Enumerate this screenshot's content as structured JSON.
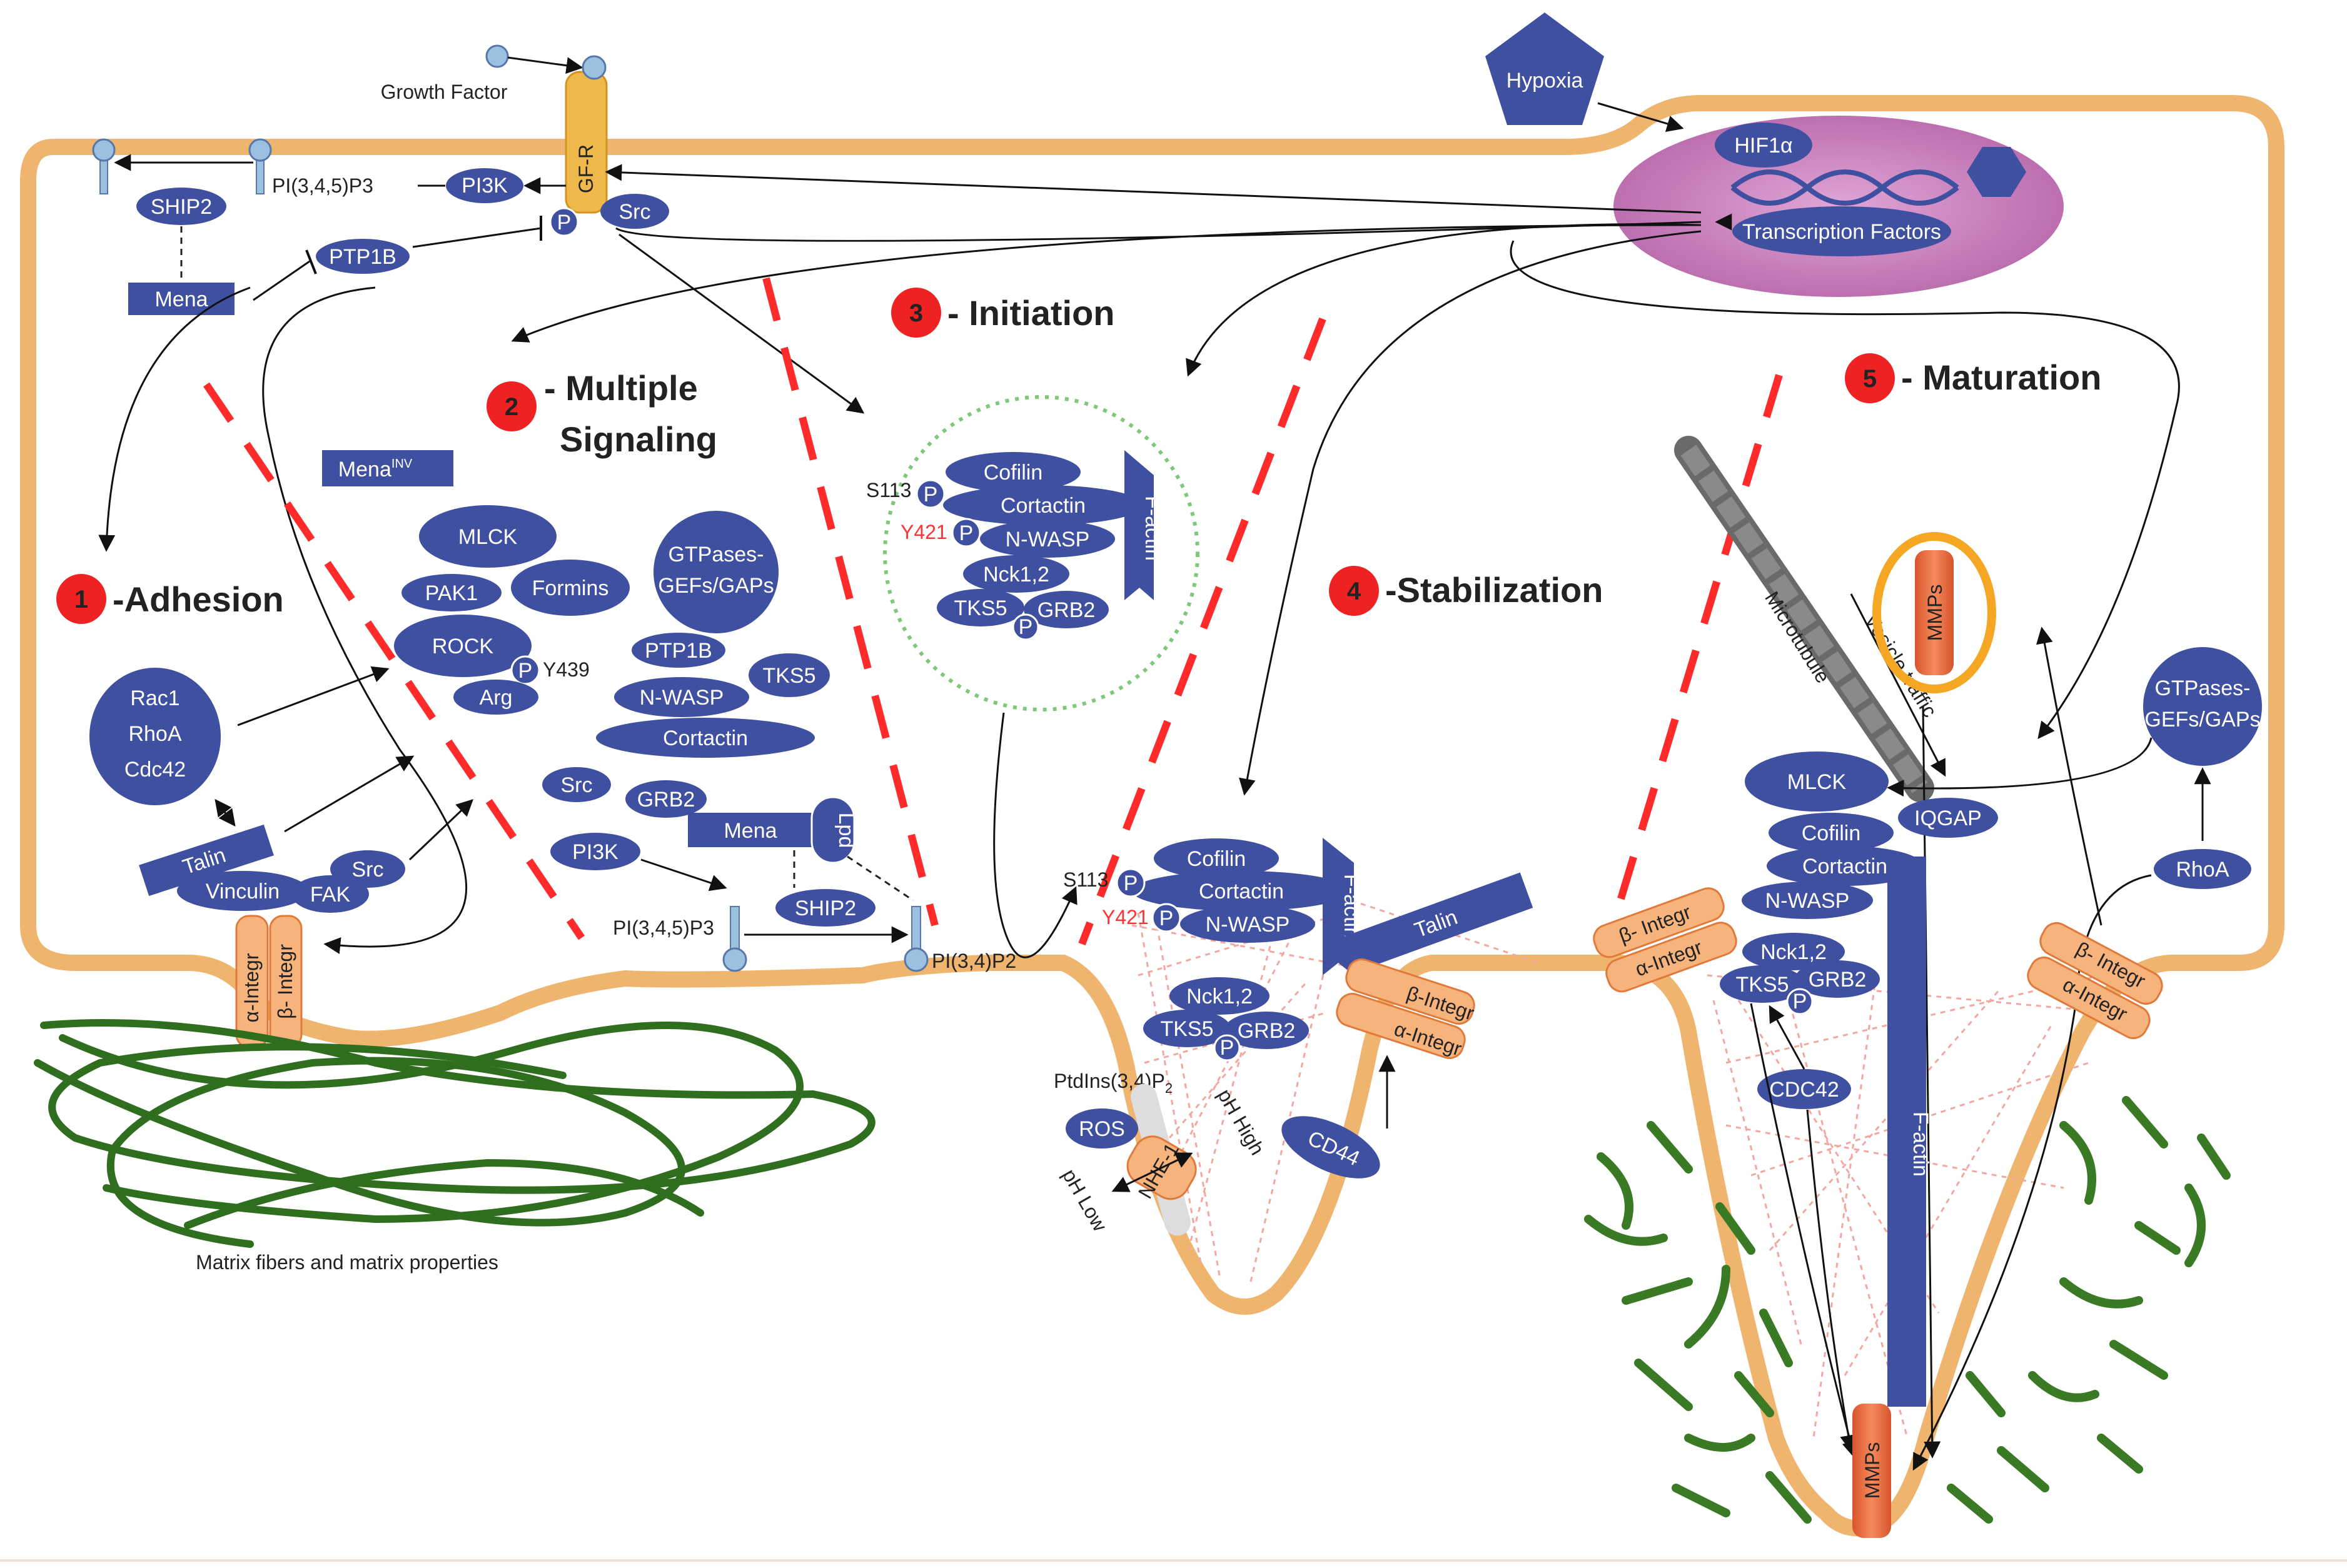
{
  "stages": [
    {
      "number": "1",
      "label": "-Adhesion"
    },
    {
      "number": "2",
      "label_line1": "- Multiple",
      "label_line2": "Signaling"
    },
    {
      "number": "3",
      "label": "- Initiation"
    },
    {
      "number": "4",
      "label": "-Stabilization"
    },
    {
      "number": "5",
      "label": "- Maturation"
    }
  ],
  "top": {
    "growth_factor": "Growth Factor",
    "gfr": "GF-R",
    "pi345p3": "PI(3,4,5)P3",
    "pi3k": "PI3K",
    "src": "Src",
    "p": "P",
    "ship2": "SHIP2",
    "ptp1b": "PTP1B",
    "mena": "Mena",
    "hypoxia": "Hypoxia",
    "hif1a": "HIF1α",
    "transcription_factors": "Transcription Factors"
  },
  "stage1": {
    "rac1": "Rac1",
    "rhoa": "RhoA",
    "cdc42": "Cdc42",
    "talin": "Talin",
    "src": "Src",
    "vinculin": "Vinculin",
    "fak": "FAK",
    "alpha_integr": "α-Integr",
    "beta_integr": "β- Integr",
    "matrix_caption": "Matrix fibers and matrix properties"
  },
  "stage2": {
    "mena_inv": "Mena",
    "mena_inv_sup": "INV",
    "mlck": "MLCK",
    "pak1": "PAK1",
    "formins": "Formins",
    "gtpases1": "GTPases-",
    "gtpases2": "GEFs/GAPs",
    "rock": "ROCK",
    "p": "P",
    "y439": "Y439",
    "arg": "Arg",
    "ptp1b": "PTP1B",
    "tks5": "TKS5",
    "nwasp": "N-WASP",
    "cortactin": "Cortactin",
    "src": "Src",
    "grb2": "GRB2",
    "mena": "Mena",
    "lpd": "Lpd",
    "pi3k": "PI3K",
    "ship2": "SHIP2",
    "pi345p3": "PI(3,4,5)P3",
    "pi34p2": "PI(3,4)P2"
  },
  "stage3": {
    "s113": "S113",
    "y421": "Y421",
    "cofilin": "Cofilin",
    "cortactin": "Cortactin",
    "nwasp": "N-WASP",
    "nck": "Nck1,2",
    "tks5": "TKS5",
    "grb2": "GRB2",
    "factin": "F-actin",
    "p": "P"
  },
  "stage4": {
    "s113": "S113",
    "y421": "Y421",
    "cofilin": "Cofilin",
    "cortactin": "Cortactin",
    "nwasp": "N-WASP",
    "factin": "F-actin",
    "talin": "Talin",
    "nck": "Nck1,2",
    "tks5": "TKS5",
    "grb2": "GRB2",
    "p": "P",
    "beta_integr": "β-Integr",
    "alpha_integr": "α-Integr",
    "ptdins": "PtdIns(3,4)P",
    "ptdins_sub": "2",
    "ros": "ROS",
    "nhe1": "NHE-1",
    "ph_high": "pH High",
    "ph_low": "pH Low",
    "cd44": "CD44"
  },
  "stage5": {
    "microtubule": "Microtubule",
    "vesicle_traffic": "Vesicle traffic",
    "mmps_vesicle": "MMPs",
    "gtpases1": "GTPases-",
    "gtpases2": "GEFs/GAPs",
    "mlck": "MLCK",
    "iqgap": "IQGAP",
    "cofilin": "Cofilin",
    "cortactin": "Cortactin",
    "nwasp": "N-WASP",
    "rhoa": "RhoA",
    "beta_integr_left": "β- Integr",
    "alpha_integr_left": "α-Integr",
    "beta_integr_right": "β- Integr",
    "alpha_integr_right": "α-Integr",
    "nck": "Nck1,2",
    "tks5": "TKS5",
    "grb2": "GRB2",
    "p": "P",
    "cdc42": "CDC42",
    "factin": "F-actin",
    "mmps_bottom": "MMPs"
  },
  "colors": {
    "membrane": "#efb46e",
    "protein": "#4050a0",
    "stage_marker": "#ee2222",
    "separator": "#ff2a2a",
    "nucleus": "#c27ab8",
    "matrix": "#2f6e1f",
    "integrin": "#f6b37b"
  }
}
